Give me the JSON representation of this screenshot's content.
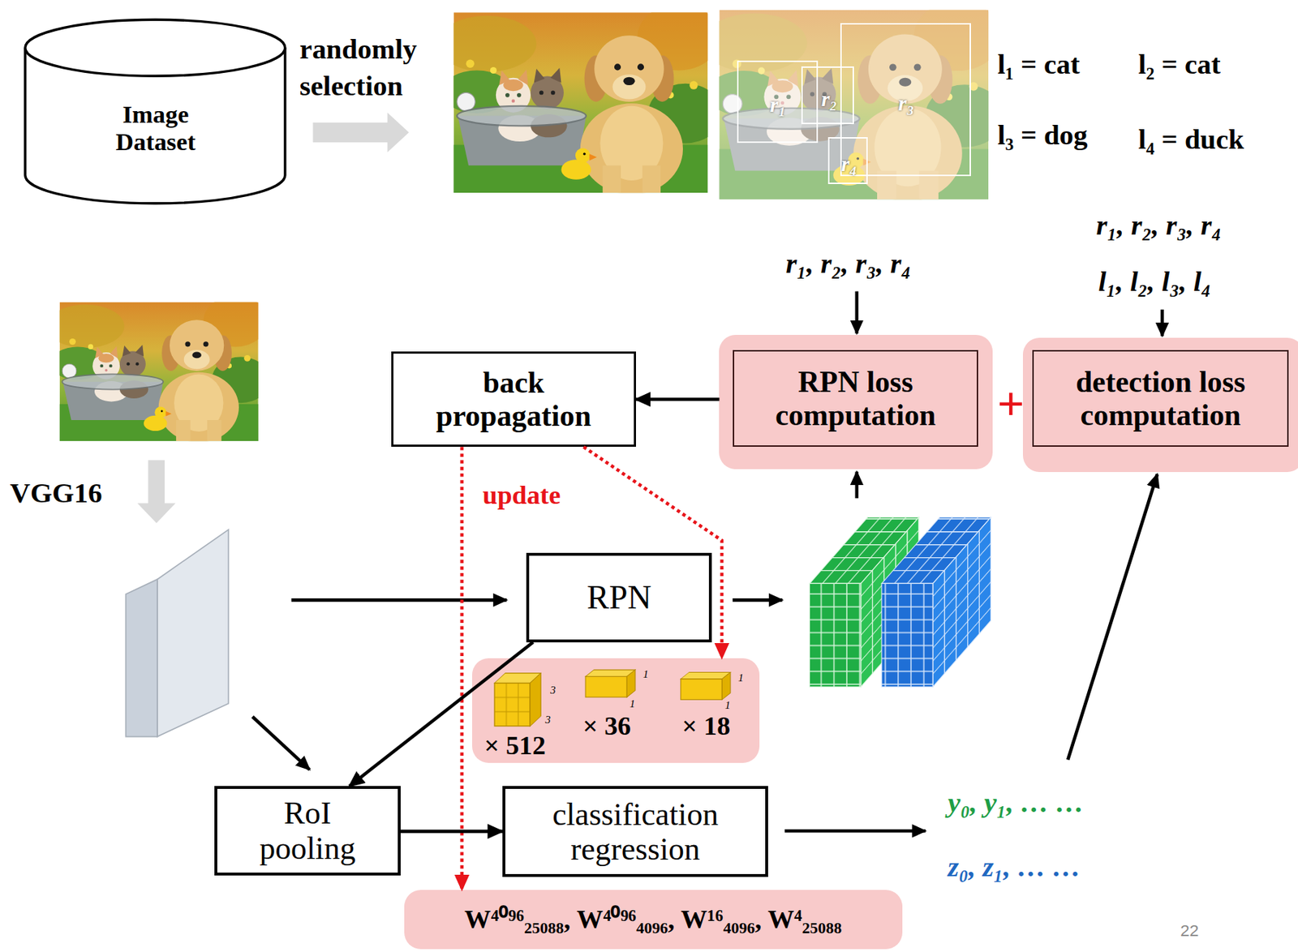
{
  "diagram": {
    "nodes": [
      {
        "text": [
          "Image Dataset"
        ]
      },
      {
        "text": [
          "r₁"
        ]
      },
      {
        "text": [
          "r₂"
        ]
      },
      {
        "text": [
          "r₃"
        ]
      },
      {
        "text": [
          "r₄"
        ]
      },
      {
        "text": [
          "back propagation"
        ]
      },
      {
        "text": [
          "RPN loss computation"
        ]
      },
      {
        "text": [
          "detection loss computation"
        ]
      },
      {
        "text": [
          "RPN"
        ]
      },
      {
        "text": [
          "× 512",
          "× 36",
          "× 18"
        ]
      },
      {
        "text": [
          "RoI pooling"
        ]
      },
      {
        "text": [
          "classification regression"
        ]
      },
      {
        "text": [
          "W⁴⁰⁹⁶₂₅₀₈₈, W⁴⁰⁹⁶₄₀₉₆, W¹⁶₄₀₉₆, W⁴₂₅₀₈₈"
        ]
      }
    ],
    "edges": [
      {
        "from": 6,
        "to": 5,
        "arrow": "to"
      },
      {
        "from": 5,
        "to": 9,
        "arrow": "to"
      },
      {
        "from": 5,
        "to": 12,
        "arrow": "to"
      },
      {
        "from": 8,
        "to": 10,
        "arrow": "to"
      },
      {
        "from": 10,
        "to": 11,
        "arrow": "to"
      }
    ],
    "labels": [
      "randomly selection",
      "l₁ = cat",
      "l₂ = cat",
      "l₃ = dog",
      "l₄ = duck",
      "VGG16",
      "r₁, r₂, r₃, r₄",
      "r₁, r₂, r₃, r₄",
      "l₁, l₂, l₃, l₄",
      "+",
      "update",
      "y₀, y₁, … …",
      "z₀, z₁, … …",
      "22",
      "3",
      "3",
      "1",
      "1",
      "1",
      "1"
    ]
  }
}
